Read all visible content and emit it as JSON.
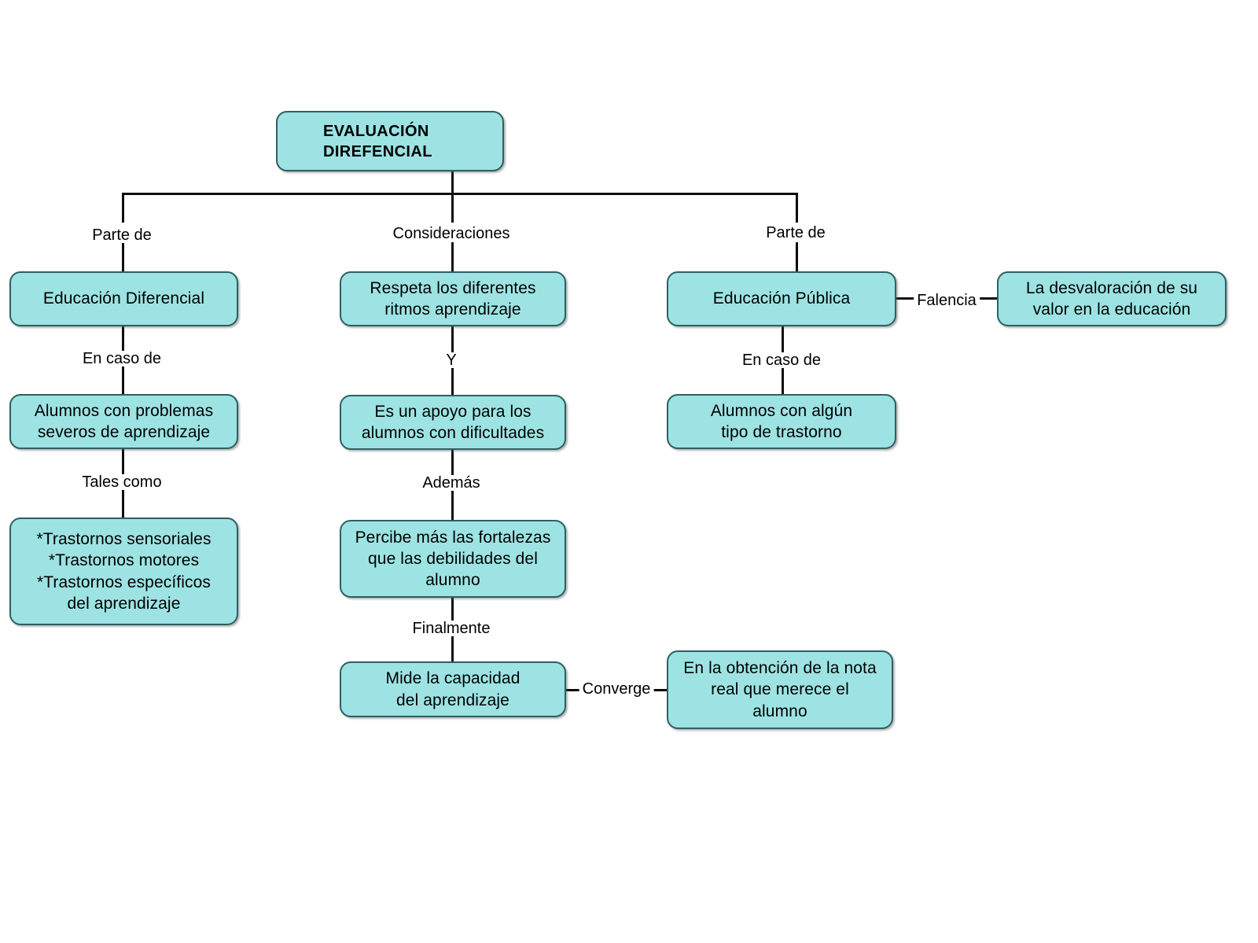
{
  "diagram": {
    "title": "EVALUACIÓN DIREFENCIAL",
    "type": "concept-map",
    "language": "es",
    "colors": {
      "node_fill": "#9DE3E3",
      "node_border": "#2F5F63",
      "line": "#0D0D0D",
      "text": "#000000",
      "background": "#FFFFFF"
    },
    "nodes": {
      "root": "EVALUACIÓN\nDIREFENCIAL",
      "educacion_diferencial": "Educación Diferencial",
      "alumnos_problemas_severos": "Alumnos con problemas\nseveros de aprendizaje",
      "trastornos": "*Trastornos sensoriales\n*Trastornos motores\n*Trastornos específicos\ndel aprendizaje",
      "respeta_ritmos": "Respeta los diferentes\nritmos aprendizaje",
      "apoyo_alumnos": "Es un apoyo para los\nalumnos con dificultades",
      "percibe_fortalezas": "Percibe más las fortalezas\nque las debilidades del\nalumno",
      "mide_capacidad": "Mide la capacidad\ndel aprendizaje",
      "educacion_publica": "Educación Pública",
      "alumnos_trastorno": "Alumnos con algún\ntipo de trastorno",
      "desvaloracion": "La desvaloración de su\nvalor en la educación",
      "obtencion_nota": "En la obtención de la nota\nreal que merece el\nalumno"
    },
    "edge_labels": {
      "parte_de_left": "Parte de",
      "consideraciones": "Consideraciones",
      "parte_de_right": "Parte de",
      "en_caso_de_left": "En caso de",
      "tales_como": "Tales como",
      "y": "Y",
      "ademas": "Además",
      "finalmente": "Finalmente",
      "en_caso_de_right": "En caso de",
      "falencia": "Falencia",
      "converge": "Converge"
    }
  }
}
